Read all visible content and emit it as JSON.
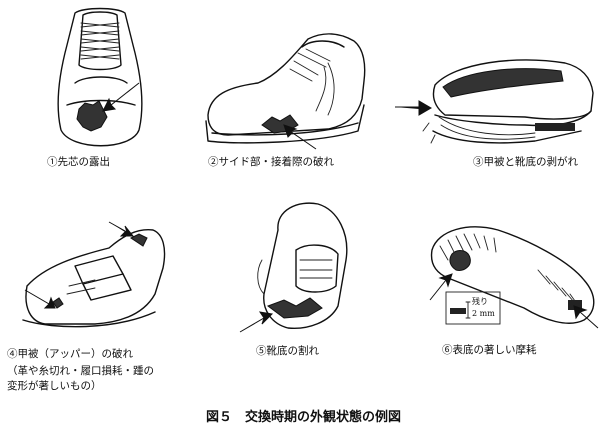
{
  "figure": {
    "number": "図５",
    "title": "交換時期の外観状態の例図"
  },
  "panels": [
    {
      "caption": "①先芯の露出"
    },
    {
      "caption": "②サイド部・接着際の破れ"
    },
    {
      "caption": "③甲被と靴底の剥がれ"
    },
    {
      "caption": "④甲被（アッパー）の破れ",
      "sub": [
        "（革や糸切れ・履口損耗・踵の",
        "変形が著しいもの）"
      ]
    },
    {
      "caption": "⑤靴底の割れ"
    },
    {
      "caption": "⑥表底の著しい摩耗",
      "inset_label": [
        "残り",
        "2 mm"
      ]
    }
  ]
}
